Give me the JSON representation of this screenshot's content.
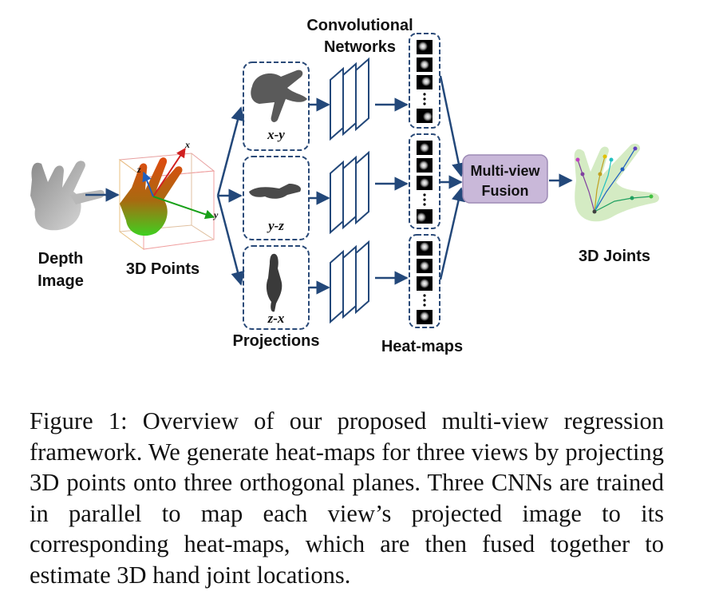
{
  "labels": {
    "depth_image_line1": "Depth",
    "depth_image_line2": "Image",
    "points_3d": "3D Points",
    "conv_line1": "Convolutional",
    "conv_line2": "Networks",
    "projections": "Projections",
    "heatmaps": "Heat-maps",
    "fusion_line1": "Multi-view",
    "fusion_line2": "Fusion",
    "joints_3d": "3D Joints"
  },
  "views": [
    "x-y",
    "y-z",
    "z-x"
  ],
  "axes": {
    "x": "x",
    "y": "y",
    "z": "z"
  },
  "colors": {
    "arrow": "#23487a",
    "box_border": "#2a4a78",
    "fusion_fill": "#c9b8d9",
    "fusion_border": "#9d8bb5"
  },
  "caption": "Figure 1: Overview of our proposed multi-view regression framework. We generate heat-maps for three views by projecting 3D points onto three orthogonal planes. Three CNNs are trained in parallel to map each view’s projected image to its corresponding heat-maps, which are then fused together to estimate 3D hand joint locations."
}
